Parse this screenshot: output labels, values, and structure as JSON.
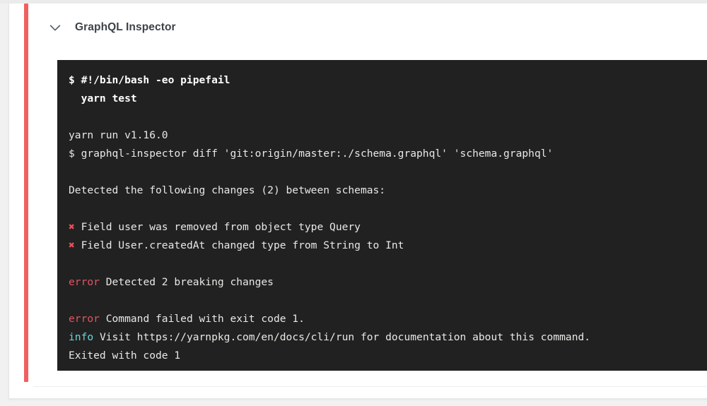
{
  "card": {
    "accent_color": "#f0605f",
    "header": {
      "toggle_icon": "chevron-down-icon",
      "title": "GraphQL Inspector"
    }
  },
  "terminal": {
    "background_color": "#212121",
    "text_color": "#e8e8e6",
    "error_color": "#e05561",
    "info_color": "#6bd4d4",
    "fail_marker": "✖",
    "lines": [
      {
        "id": "l0",
        "type": "command",
        "bold": true,
        "text": "$ #!/bin/bash -eo pipefail"
      },
      {
        "id": "l1",
        "type": "command",
        "bold": true,
        "text": "  yarn test"
      },
      {
        "id": "l2",
        "type": "blank",
        "bold": false,
        "text": ""
      },
      {
        "id": "l3",
        "type": "output",
        "bold": false,
        "text": "yarn run v1.16.0"
      },
      {
        "id": "l4",
        "type": "output",
        "bold": false,
        "text": "$ graphql-inspector diff 'git:origin/master:./schema.graphql' 'schema.graphql'"
      },
      {
        "id": "l5",
        "type": "blank",
        "bold": false,
        "text": ""
      },
      {
        "id": "l6",
        "type": "output",
        "bold": false,
        "text": "Detected the following changes (2) between schemas:"
      },
      {
        "id": "l7",
        "type": "blank",
        "bold": false,
        "text": ""
      },
      {
        "id": "l8",
        "type": "change",
        "bold": false,
        "marker": "✖",
        "text": " Field user was removed from object type Query"
      },
      {
        "id": "l9",
        "type": "change",
        "bold": false,
        "marker": "✖",
        "text": " Field User.createdAt changed type from String to Int"
      },
      {
        "id": "l10",
        "type": "blank",
        "bold": false,
        "text": ""
      },
      {
        "id": "l11",
        "type": "error",
        "bold": false,
        "label": "error",
        "text": " Detected 2 breaking changes"
      },
      {
        "id": "l12",
        "type": "blank",
        "bold": false,
        "text": ""
      },
      {
        "id": "l13",
        "type": "error",
        "bold": false,
        "label": "error",
        "text": " Command failed with exit code 1."
      },
      {
        "id": "l14",
        "type": "info",
        "bold": false,
        "label": "info",
        "text": " Visit https://yarnpkg.com/en/docs/cli/run for documentation about this command."
      },
      {
        "id": "l15",
        "type": "output",
        "bold": false,
        "text": "Exited with code 1"
      }
    ]
  }
}
